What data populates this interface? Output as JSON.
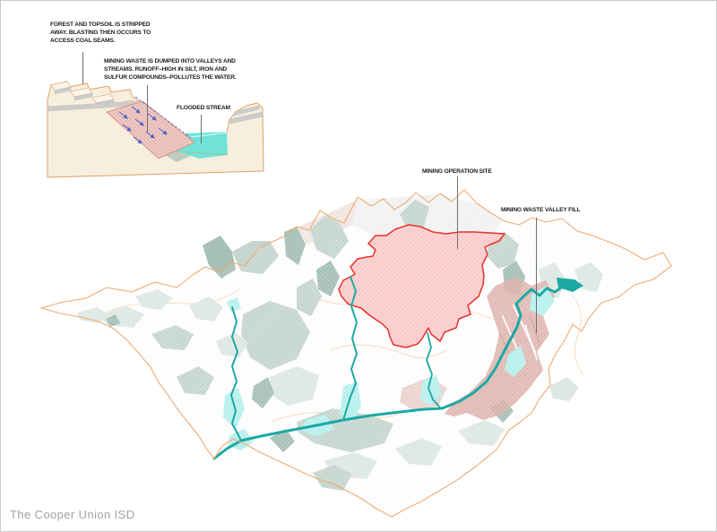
{
  "meta": {
    "credit": "The Cooper Union ISD"
  },
  "callouts": {
    "forest": {
      "lines": [
        "FOREST AND TOPSOIL IS STRIPPED",
        "AWAY. BLASTING THEN OCCURS TO",
        "ACCESS COAL SEAMS."
      ]
    },
    "waste": {
      "lines": [
        "MINING WASTE IS DUMPED INTO VALLEYS AND",
        "STREAMS. RUNOFF–HIGH IN SILT, IRON AND",
        "SULFUR COMPOUNDS–POLLUTES THE WATER."
      ]
    },
    "flooded_stream": {
      "label": "FLOODED STREAM"
    },
    "mining_site": {
      "label": "MINING OPERATION SITE"
    },
    "valley_fill": {
      "label": "MINING WASTE VALLEY FILL"
    }
  },
  "colors": {
    "background": "#ffffff",
    "page_border": "#c9c9c9",
    "label_text": "#1c1c1c",
    "leader_line": "#707070",
    "credit_text": "#a3a3a3",
    "terrain_outline": "#efab72",
    "ridge_gray": "#f2f2f2",
    "ridge_pinkgray": "#f1e6e3",
    "facet_light": "#dde8e2",
    "facet_mid": "#c6d6cf",
    "facet_dark": "#a6c0b6",
    "stream_teal": "#1ca9a3",
    "flood_cyan": "#b7f0ed",
    "mining_site_fill": "#fdd4d4",
    "mining_site_hatch": "#f5b6b6",
    "mining_site_outline": "#e8312a",
    "valley_fill_rose": "#dcaea7",
    "valley_fill_dark": "#c29890",
    "inset_block_cream": "#f8f1e1",
    "inset_outline": "#dd9f68",
    "inset_slope_edge": "#dd8a70",
    "inset_waste_pink": "#eecac5",
    "inset_waste_hatch": "#d89a92",
    "inset_bank_green": "#b7c8bd",
    "coal_seam_gray": "#cccccc",
    "water_teal": "#70e2d7",
    "water_light": "#c2f5f0",
    "arrow_blue": "#4a5fd0"
  }
}
